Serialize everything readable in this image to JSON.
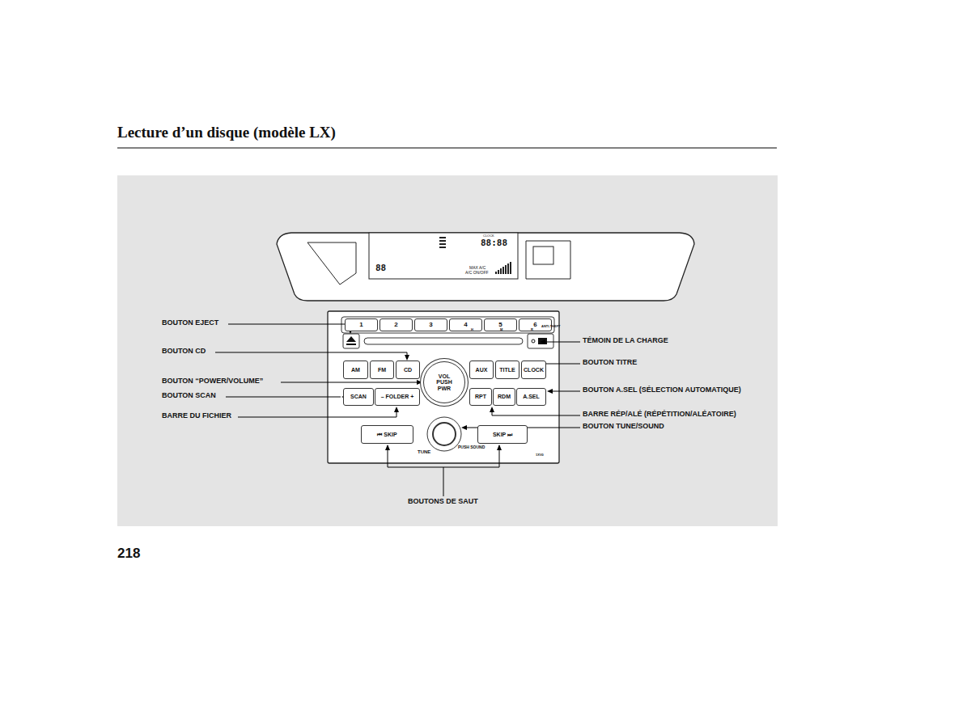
{
  "diagram": {
    "title": "Lecture d’un disque (modèle LX)",
    "nodes": [
      {
        "text": [
          "1"
        ]
      },
      {
        "text": [
          "2"
        ]
      },
      {
        "text": [
          "3"
        ]
      },
      {
        "text": [
          "4"
        ]
      },
      {
        "text": [
          "5"
        ]
      },
      {
        "text": [
          "6"
        ]
      },
      {
        "text": [
          "AM"
        ]
      },
      {
        "text": [
          "FM"
        ]
      },
      {
        "text": [
          "CD"
        ]
      },
      {
        "text": [
          "VOL PUSH PWR"
        ]
      },
      {
        "text": [
          "AUX"
        ]
      },
      {
        "text": [
          "TITLE"
        ]
      },
      {
        "text": [
          "CLOCK"
        ]
      },
      {
        "text": [
          "SCAN"
        ]
      },
      {
        "text": [
          "– FOLDER +"
        ]
      },
      {
        "text": [
          "RPT"
        ]
      },
      {
        "text": [
          "RDM"
        ]
      },
      {
        "text": [
          "A.SEL"
        ]
      },
      {
        "text": [
          "⏮ SKIP"
        ]
      },
      {
        "text": [
          "SKIP ⏭"
        ]
      }
    ],
    "labels": [
      "BOUTON EJECT",
      "BOUTON CD",
      "BOUTON “POWER/VOLUME”",
      "BOUTON SCAN",
      "BARRE DU FICHIER",
      "TÉMOIN DE LA CHARGE",
      "BOUTON TITRE",
      "BOUTON A.SEL (SÉLECTION AUTOMATIQUE)",
      "BARRE RÉP/ALÉ (RÉPÉTITION/ALÉATOIRE)",
      "BOUTON TUNE/SOUND",
      "BOUTONS DE SAUT",
      "218",
      "CLOCK",
      "88:88",
      "88",
      "MAX A/C",
      "A/C ON/OFF",
      "ANTI-THEFT",
      "H",
      "M",
      "R",
      "TUNE",
      "PUSH SOUND",
      "1XV0"
    ]
  }
}
